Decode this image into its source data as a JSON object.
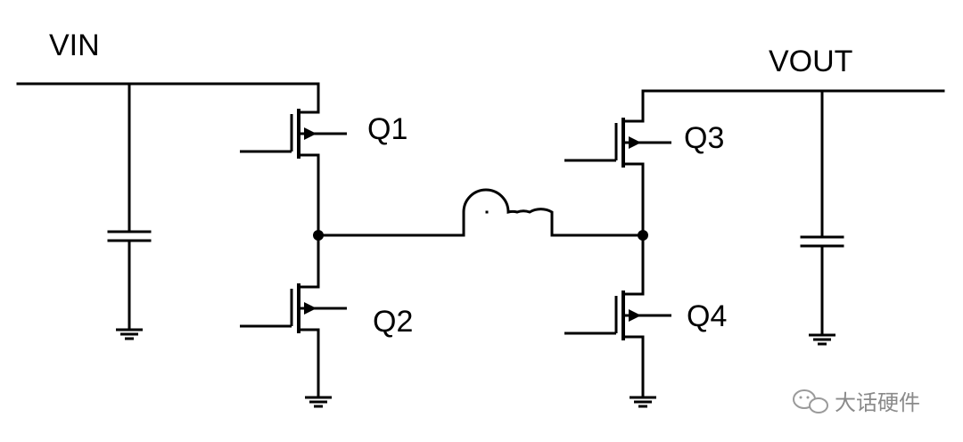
{
  "labels": {
    "vin": "VIN",
    "vout": "VOUT",
    "q1": "Q1",
    "q2": "Q2",
    "q3": "Q3",
    "q4": "Q4"
  },
  "watermark": {
    "text": "大话硬件",
    "icon": "wechat-icon"
  }
}
